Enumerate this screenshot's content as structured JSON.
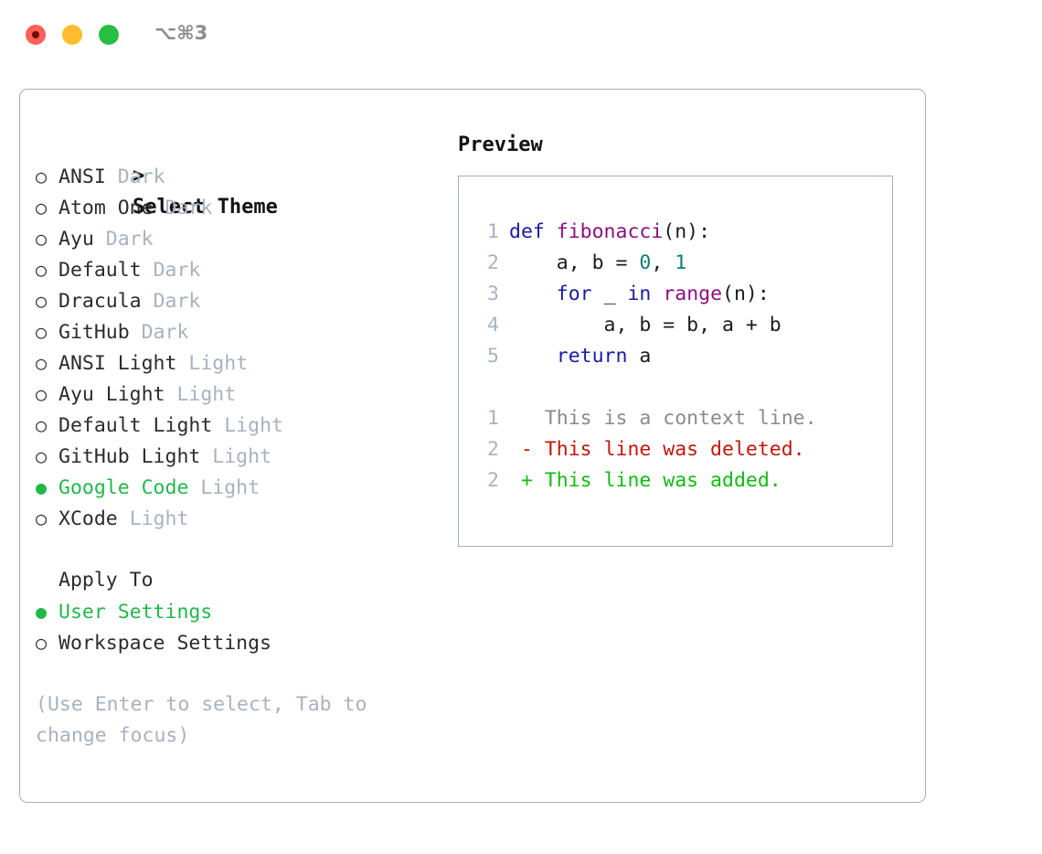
{
  "titlebar": {
    "shortcut": "⌥⌘3",
    "buttons": [
      {
        "name": "close",
        "color": "#ff6059"
      },
      {
        "name": "minimize",
        "color": "#ffbd2e"
      },
      {
        "name": "maximize",
        "color": "#25c03f"
      }
    ]
  },
  "theme_picker": {
    "header": "> Select Theme",
    "caret": ">",
    "header_label": "Select Theme",
    "bullet_selected": "●",
    "bullet_unselected": "○",
    "options": [
      {
        "name": "ANSI",
        "kind": "Dark",
        "selected": false
      },
      {
        "name": "Atom One",
        "kind": "Dark",
        "selected": false
      },
      {
        "name": "Ayu",
        "kind": "Dark",
        "selected": false
      },
      {
        "name": "Default",
        "kind": "Dark",
        "selected": false
      },
      {
        "name": "Dracula",
        "kind": "Dark",
        "selected": false
      },
      {
        "name": "GitHub",
        "kind": "Dark",
        "selected": false
      },
      {
        "name": "ANSI Light",
        "kind": "Light",
        "selected": false
      },
      {
        "name": "Ayu Light",
        "kind": "Light",
        "selected": false
      },
      {
        "name": "Default Light",
        "kind": "Light",
        "selected": false
      },
      {
        "name": "GitHub Light",
        "kind": "Light",
        "selected": false
      },
      {
        "name": "Google Code",
        "kind": "Light",
        "selected": true
      },
      {
        "name": "XCode",
        "kind": "Light",
        "selected": false
      }
    ]
  },
  "apply_to": {
    "header": "Apply To",
    "options": [
      {
        "name": "User Settings",
        "selected": true
      },
      {
        "name": "Workspace Settings",
        "selected": false
      }
    ]
  },
  "hint": "(Use Enter to select, Tab to change focus)",
  "preview": {
    "title": "Preview",
    "code_lines": [
      {
        "ln": "1",
        "tokens": [
          {
            "t": "def ",
            "c": "kw"
          },
          {
            "t": "fibonacci",
            "c": "fn"
          },
          {
            "t": "(n):",
            "c": "plain"
          }
        ]
      },
      {
        "ln": "2",
        "tokens": [
          {
            "t": "    a, b = ",
            "c": "plain"
          },
          {
            "t": "0",
            "c": "num"
          },
          {
            "t": ", ",
            "c": "plain"
          },
          {
            "t": "1",
            "c": "num"
          }
        ]
      },
      {
        "ln": "3",
        "tokens": [
          {
            "t": "    ",
            "c": "plain"
          },
          {
            "t": "for",
            "c": "kw"
          },
          {
            "t": " _ ",
            "c": "plain"
          },
          {
            "t": "in",
            "c": "kw"
          },
          {
            "t": " ",
            "c": "plain"
          },
          {
            "t": "range",
            "c": "fn"
          },
          {
            "t": "(n):",
            "c": "plain"
          }
        ]
      },
      {
        "ln": "4",
        "tokens": [
          {
            "t": "        a, b = b, a + b",
            "c": "plain"
          }
        ]
      },
      {
        "ln": "5",
        "tokens": [
          {
            "t": "    ",
            "c": "plain"
          },
          {
            "t": "return",
            "c": "kw"
          },
          {
            "t": " a",
            "c": "plain"
          }
        ]
      }
    ],
    "diff_lines": [
      {
        "ln": "1",
        "marker": " ",
        "text": "This is a context line.",
        "c": "ctx"
      },
      {
        "ln": "2",
        "marker": "-",
        "text": "This line was deleted.",
        "c": "del"
      },
      {
        "ln": "2",
        "marker": "+",
        "text": "This line was added.",
        "c": "add"
      }
    ]
  },
  "colors": {
    "accent_green": "#21b84a",
    "muted": "#a8b2bf",
    "border": "#a3aebd",
    "keyword": "#1a1aa8",
    "function": "#8d0f80",
    "number": "#0f7d7d",
    "diff_added": "#12bb12",
    "diff_deleted": "#c0170b"
  }
}
